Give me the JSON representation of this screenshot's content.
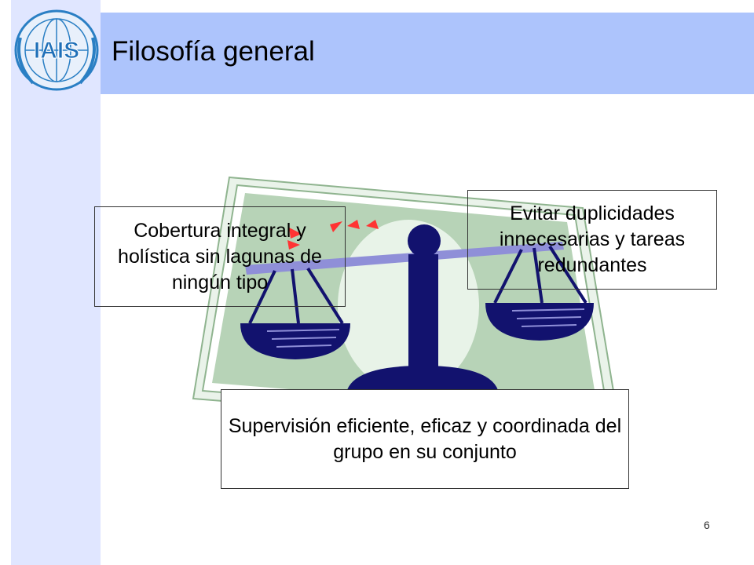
{
  "slide": {
    "title": "Filosofía general",
    "page_number": "6",
    "logo_text": "IAIS"
  },
  "boxes": {
    "left_text": "Cobertura integral y holística sin lagunas de ningún tipo",
    "right_text": "Evitar duplicidades innecesarias y tareas redundantes",
    "bottom_text": "Supervisión eficiente, eficaz y coordinada del grupo en su conjunto"
  },
  "colors": {
    "header_bar": "#adc4fc",
    "left_band": "#e0e6ff",
    "scale": "#12126e",
    "card": "#b7d3b7",
    "beam": "#8f8fd8",
    "arrows": "#ff3333"
  }
}
